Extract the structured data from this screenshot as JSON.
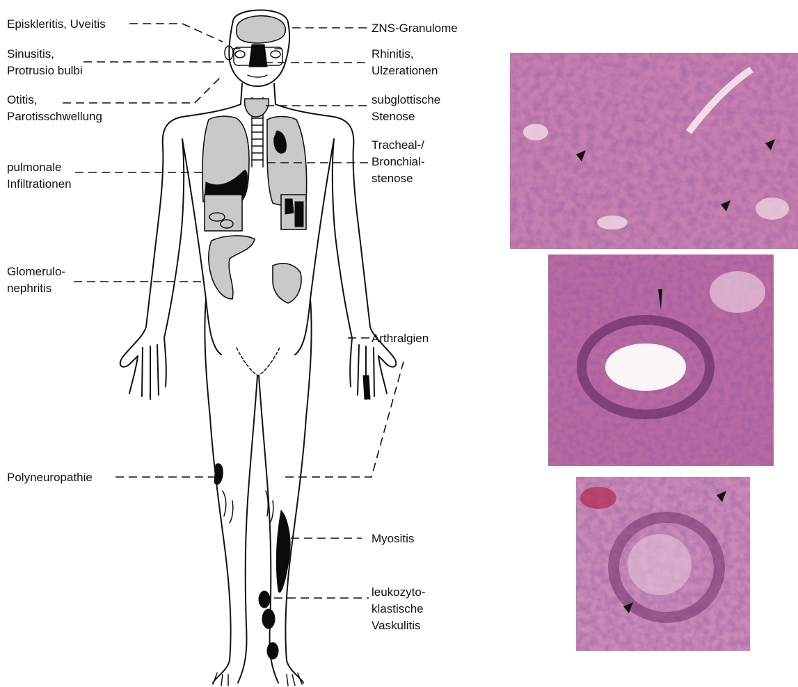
{
  "labels": {
    "episkleritis": "Episkleritis, Uveitis",
    "sinusitis_1": "Sinusitis,",
    "sinusitis_2": "Protrusio bulbi",
    "otitis_1": "Otitis,",
    "otitis_2": "Parotisschwellung",
    "pulmonale_1": "pulmonale",
    "pulmonale_2": "Infiltrationen",
    "glomerulo_1": "Glomerulo-",
    "glomerulo_2": "nephritis",
    "polyneuropathie": "Polyneuropathie",
    "zns": "ZNS-Granulome",
    "rhinitis_1": "Rhinitis,",
    "rhinitis_2": "Ulzerationen",
    "subglottische_1": "subglottische",
    "subglottische_2": "Stenose",
    "tracheal_1": "Tracheal-/",
    "tracheal_2": "Bronchial-",
    "tracheal_3": "stenose",
    "arthralgien": "Arthralgien",
    "myositis": "Myositis",
    "leukozyto_1": "leukozyto-",
    "leukozyto_2": "klastische",
    "leukozyto_3": "Vaskulitis"
  },
  "colors": {
    "histology_base": "#c77fae",
    "histology_dark": "#6b2a63",
    "histology_light": "#f3dbea",
    "organ_fill": "#c9c9c9",
    "ink": "#111111"
  }
}
